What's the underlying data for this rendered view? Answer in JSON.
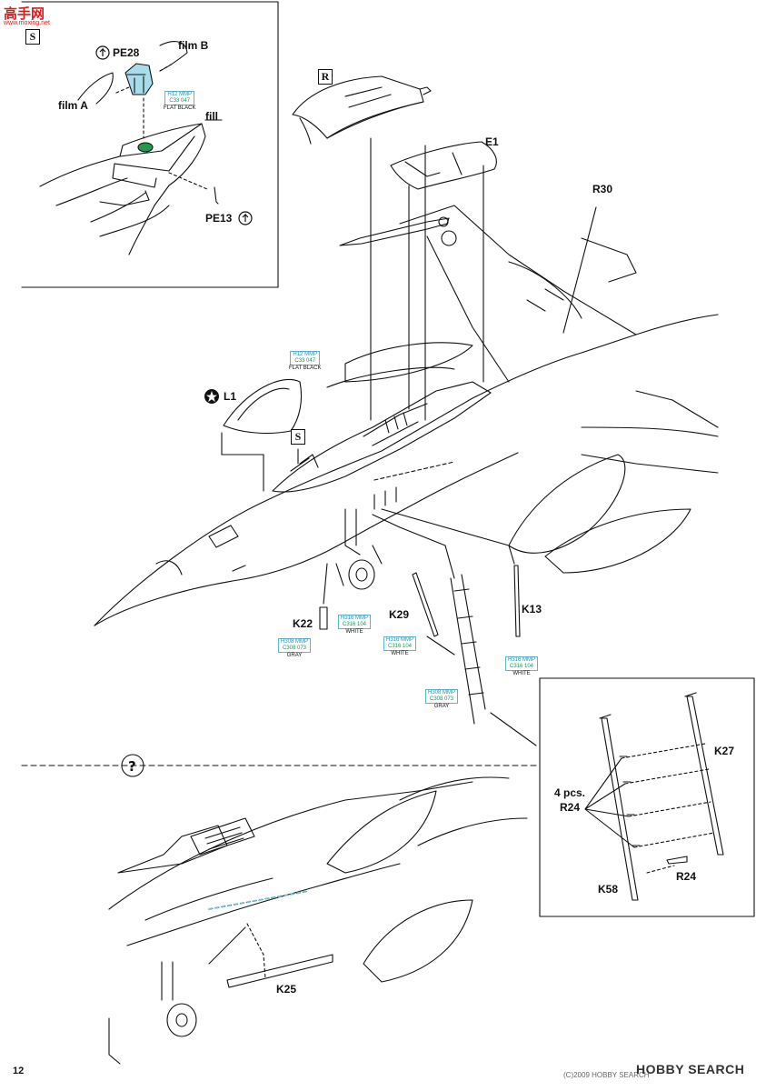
{
  "page_number": "12",
  "watermark": {
    "top": "高手网",
    "bottom": "www.moxing.net"
  },
  "brand": {
    "name": "HOBBY SEARCH",
    "credit": "(C)2009 HOBBY SEARCH"
  },
  "inset_top_left": {
    "badge": "S",
    "labels": {
      "pe28": "PE28",
      "film_b": "film B",
      "film_a": "film A",
      "fill": "fill",
      "pe13": "PE13"
    },
    "paint": {
      "line1": "H12 MMP",
      "line2": "C33  047",
      "line3": "FLAT BLACK"
    }
  },
  "main": {
    "labels": {
      "R": "R",
      "E1": "E1",
      "R30": "R30",
      "L1": "L1",
      "S": "S",
      "K22": "K22",
      "K29": "K29",
      "K13": "K13"
    },
    "paint_canopy": {
      "line1": "H12 MMP",
      "line2": "C33  047",
      "line3": "FLAT BLACK"
    },
    "paint_k22_white": {
      "line1": "H316 MMP",
      "line2": "C316  104",
      "line3": "WHITE"
    },
    "paint_k22_gray": {
      "line1": "H308 MMP",
      "line2": "C308  073",
      "line3": "GRAY"
    },
    "paint_k29_white": {
      "line1": "H316 MMP",
      "line2": "C316  104",
      "line3": "WHITE"
    },
    "paint_k13_white": {
      "line1": "H316 MMP",
      "line2": "C316  104",
      "line3": "WHITE"
    },
    "paint_ladder_gray": {
      "line1": "H308 MMP",
      "line2": "C308  073",
      "line3": "GRAY"
    }
  },
  "inset_bottom_right": {
    "labels": {
      "K27": "K27",
      "qty": "4 pcs.",
      "R24a": "R24",
      "K58": "K58",
      "R24b": "R24"
    }
  },
  "bottom_view": {
    "option_symbol": "?",
    "labels": {
      "K25": "K25"
    }
  },
  "colors": {
    "paint_box_border": "#59b9c9",
    "code_blue": "#2b8fb3",
    "code_green": "#159a57",
    "canopy_tint": "#a9dceb",
    "seat_green": "#1f9a4e",
    "walkway_dash": "#6fc6d8"
  }
}
